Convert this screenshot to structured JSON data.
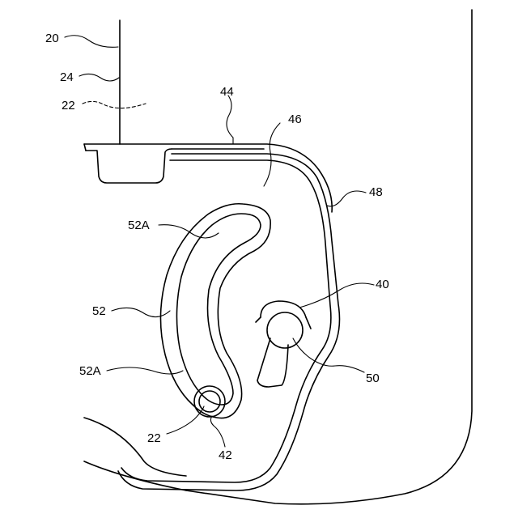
{
  "labels": {
    "l20": "20",
    "l24": "24",
    "l22_top": "22",
    "l44": "44",
    "l46": "46",
    "l48": "48",
    "l52A_top": "52A",
    "l52": "52",
    "l52A_bottom": "52A",
    "l40": "40",
    "l50": "50",
    "l22_bottom": "22",
    "l42": "42"
  }
}
